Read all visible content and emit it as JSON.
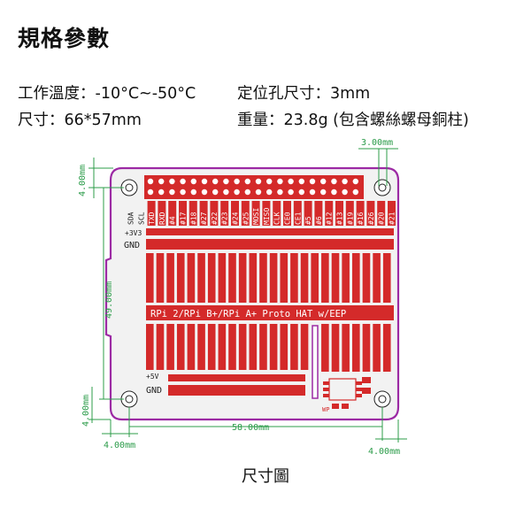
{
  "heading": "規格參數",
  "specs": {
    "operating_temp": "工作溫度：-10°C~-50°C",
    "mounting_hole": "定位孔尺寸：3mm",
    "size": "尺寸：66*57mm",
    "weight": "重量：23.8g (包含螺絲螺母銅柱)"
  },
  "diagram": {
    "dims": {
      "hole_dia": "3.00mm",
      "top_offset": "4.00mm",
      "hole_spacing_v": "49.00mm",
      "bottom_offset": "4.00mm",
      "left_offset": "4.00mm",
      "hole_spacing_h": "58.00mm",
      "right_offset": "4.00mm"
    },
    "pcb": {
      "signals": [
        "SDA",
        "SCL",
        "TXD",
        "RXD",
        "#4",
        "#17",
        "#18",
        "#27",
        "#22",
        "#23",
        "#24",
        "#25",
        "MOSI",
        "MISO",
        "CLK",
        "CE0",
        "CE1",
        "#5",
        "#6",
        "#12",
        "#13",
        "#19",
        "#16",
        "#26",
        "#20",
        "#21"
      ],
      "rail_3v3": "+3V3",
      "rail_gnd_top": "GND",
      "proto_title": "RPi 2/RPi B+/RPi A+ Proto HAT w/EEP",
      "rail_5v": "+5V",
      "rail_gnd_bottom": "GND",
      "wp_label": "WP"
    },
    "caption": "尺寸圖"
  },
  "colors": {
    "board_fill": "#f2f2f2",
    "board_outline": "#9c2aa4",
    "copper": "#d42a2a",
    "dimension": "#2c9c4a"
  }
}
